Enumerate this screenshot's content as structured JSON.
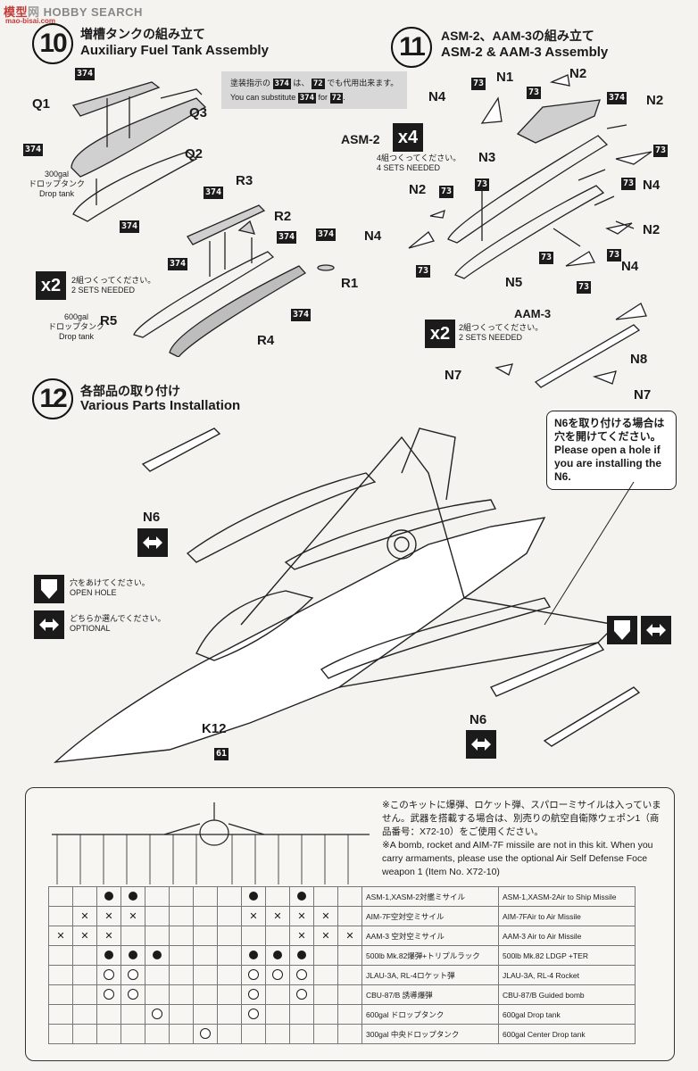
{
  "watermark": {
    "part1": "模型",
    "part2": "网",
    "text": "HOBBY SEARCH",
    "sub": "mao-bisai.com"
  },
  "step10": {
    "number": "10",
    "title_ja": "増槽タンクの組み立て",
    "title_en": "Auxiliary Fuel Tank Assembly",
    "labels": {
      "q1": "Q1",
      "q2": "Q2",
      "q3": "Q3",
      "r1": "R1",
      "r2": "R2",
      "r3": "R3",
      "r4": "R4",
      "r5": "R5"
    },
    "tank300_a": "300gal",
    "tank300_b": "ドロップタンク",
    "tank300_c": "Drop tank",
    "tank600_a": "600gal",
    "tank600_b": "ドロップタンク",
    "tank600_c": "Drop tank",
    "qty": "x2",
    "qty_ja": "2組つくってください。",
    "qty_en": "2 SETS NEEDED",
    "color": "374"
  },
  "substitute": {
    "line1_pre": "塗装指示の",
    "line1_a": "374",
    "line1_mid": "は、",
    "line1_b": "72",
    "line1_post": "でも代用出来ます。",
    "line2_pre": "You can substitute",
    "line2_a": "374",
    "line2_mid": "for",
    "line2_b": "72",
    "line2_post": "."
  },
  "step11": {
    "number": "11",
    "title_ja": "ASM-2、AAM-3の組み立て",
    "title_en": "ASM-2 & AAM-3 Assembly",
    "asm2": "ASM-2",
    "asm2_qty": "x4",
    "asm2_ja": "4組つくってください。",
    "asm2_en": "4 SETS NEEDED",
    "aam3": "AAM-3",
    "aam3_qty": "x2",
    "aam3_ja": "2組つくってください。",
    "aam3_en": "2 SETS NEEDED",
    "labels": {
      "n1": "N1",
      "n2": "N2",
      "n3": "N3",
      "n4": "N4",
      "n5": "N5",
      "n7": "N7",
      "n8": "N8"
    },
    "color_a": "73",
    "color_b": "374"
  },
  "step12": {
    "number": "12",
    "title_ja": "各部品の取り付け",
    "title_en": "Various Parts Installation",
    "n6": "N6",
    "k12": "K12",
    "color": "61",
    "callout_ja1": "N6を取り付ける場合は",
    "callout_ja2": "穴を開けてください。",
    "callout_en": "Please open a hole if you are installing the N6.",
    "legend_hole_ja": "穴をあけてください。",
    "legend_hole_en": "OPEN HOLE",
    "legend_opt_ja": "どちらか選んでください。",
    "legend_opt_en": "OPTIONAL"
  },
  "note": {
    "ja": "※このキットに爆弾、ロケット弾、スパローミサイルは入っていません。武器を搭載する場合は、別売りの航空自衛隊ウェポン1（商品番号：X72-10）をご使用ください。",
    "en": "※A bomb, rocket and AIM-7F missile are not in this kit. When you carry armaments, please use the optional Air Self Defense Foce weapon 1 (Item No. X72-10)"
  },
  "armament_table": [
    {
      "ja": "ASM-1,XASM-2対艦ミサイル",
      "en": "ASM-1,XASM-2Air to Ship Missile",
      "marks": [
        "",
        "",
        "b",
        "b",
        "",
        "",
        "",
        "",
        "b",
        "",
        "b",
        ""
      ]
    },
    {
      "ja": "AIM-7F空対空ミサイル",
      "en": "AIM-7FAir to Air Missile",
      "marks": [
        "",
        "x",
        "x",
        "x",
        "",
        "",
        "",
        "",
        "x",
        "x",
        "x",
        "x"
      ]
    },
    {
      "ja": "AAM-3 空対空ミサイル",
      "en": "AAM-3 Air to Air Missile",
      "marks": [
        "x",
        "x",
        "x",
        "",
        "",
        "",
        "",
        "",
        "",
        "",
        "x",
        "x",
        "x"
      ]
    },
    {
      "ja": "500lb Mk.82爆弾+トリプルラック",
      "en": "500lb Mk.82 LDGP +TER",
      "marks": [
        "",
        "",
        "b",
        "b",
        "b",
        "",
        "",
        "",
        "b",
        "b",
        "b",
        ""
      ]
    },
    {
      "ja": "JLAU-3A, RL-4ロケット弾",
      "en": "JLAU-3A, RL-4 Rocket",
      "marks": [
        "",
        "",
        "c",
        "c",
        "",
        "",
        "",
        "",
        "c",
        "c",
        "c",
        ""
      ]
    },
    {
      "ja": "CBU-87/B 誘導爆弾",
      "en": "CBU-87/B Guided bomb",
      "marks": [
        "",
        "",
        "c",
        "c",
        "",
        "",
        "",
        "",
        "c",
        "",
        "c",
        ""
      ]
    },
    {
      "ja": "600gal ドロップタンク",
      "en": "600gal Drop tank",
      "marks": [
        "",
        "",
        "",
        "",
        "c",
        "",
        "",
        "",
        "c",
        "",
        "",
        ""
      ]
    },
    {
      "ja": "300gal 中央ドロップタンク",
      "en": "600gal Center Drop tank",
      "marks": [
        "",
        "",
        "",
        "",
        "",
        "",
        "c",
        "",
        "",
        "",
        "",
        ""
      ]
    }
  ]
}
